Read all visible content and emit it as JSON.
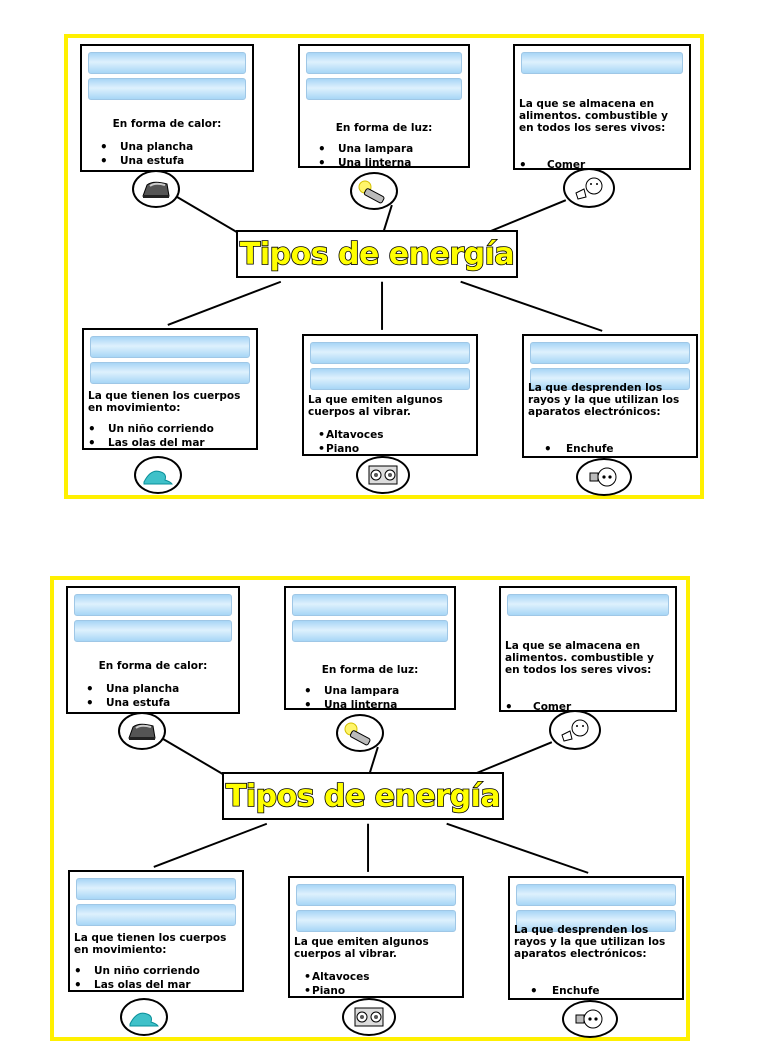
{
  "title": "Tipos de energía",
  "colors": {
    "frame": "#fff000",
    "bar": "#a8d6f6",
    "title_fill": "#ffff00"
  },
  "boxes": {
    "calor": {
      "description": "En forma de calor:",
      "items": [
        "Una plancha",
        "Una estufa"
      ],
      "icon": "iron-icon"
    },
    "luz": {
      "description": "En forma de luz:",
      "items": [
        "Una lampara",
        "Una linterna"
      ],
      "icon": "flashlight-icon"
    },
    "quimica": {
      "description": "La que se almacena en alimentos. combustible y en todos los seres vivos:",
      "items": [
        "Comer"
      ],
      "icon": "eating-icon"
    },
    "movimiento": {
      "description": "La que tienen los cuerpos en movimiento:",
      "items": [
        "Un niño corriendo",
        "Las olas del mar"
      ],
      "icon": "wave-icon"
    },
    "sonido": {
      "description": "La que emiten algunos cuerpos al vibrar.",
      "items": [
        "Altavoces",
        "Piano"
      ],
      "icon": "speaker-icon"
    },
    "electrica": {
      "description": "La que desprenden los rayos y la que utilizan los aparatos electrónicos:",
      "items": [
        "Enchufe"
      ],
      "icon": "plug-icon"
    }
  }
}
